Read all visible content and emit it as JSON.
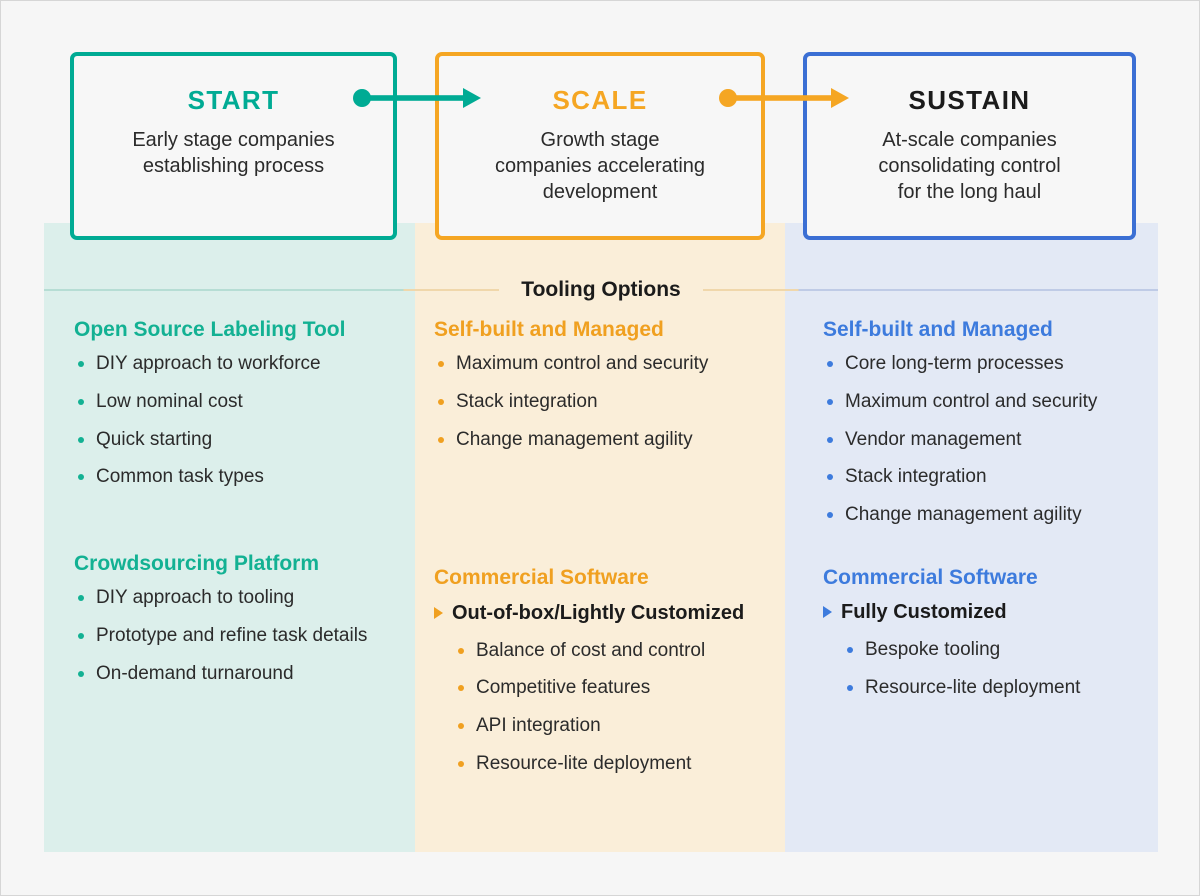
{
  "colors": {
    "start": "#00ab94",
    "scale": "#f5a623",
    "sustain": "#3b6fd4",
    "start_heading": "#13b193",
    "scale_heading": "#f0a020",
    "sustain_heading": "#3d7bdd",
    "start_band": "#dcefeb",
    "scale_band": "#faeed9",
    "sustain_band": "#e3e9f5",
    "page_background": "#f6f6f6",
    "body_text": "#2b2b2b"
  },
  "divider": {
    "label": "Tooling Options"
  },
  "stages": [
    {
      "key": "start",
      "title": "START",
      "description": "Early stage companies\nestablishing process"
    },
    {
      "key": "scale",
      "title": "SCALE",
      "description": "Growth stage\ncompanies accelerating\ndevelopment"
    },
    {
      "key": "sustain",
      "title": "SUSTAIN",
      "description": "At-scale companies\nconsolidating control\nfor the long haul"
    }
  ],
  "columns": [
    {
      "key": "start",
      "groups": [
        {
          "heading": "Open Source Labeling Tool",
          "bullets": [
            "DIY approach to workforce",
            "Low nominal cost",
            "Quick starting",
            "Common task types"
          ]
        },
        {
          "heading": "Crowdsourcing Platform",
          "bullets": [
            "DIY approach to tooling",
            "Prototype and refine task details",
            "On-demand turnaround"
          ]
        }
      ]
    },
    {
      "key": "scale",
      "groups": [
        {
          "heading": "Self-built and Managed",
          "bullets": [
            "Maximum control and security",
            "Stack integration",
            "Change management agility"
          ]
        },
        {
          "heading": "Commercial Software",
          "subgroup_title": "Out-of-box/Lightly Customized",
          "bullets": [
            "Balance of cost and control",
            "Competitive features",
            "API integration",
            "Resource-lite deployment"
          ]
        }
      ]
    },
    {
      "key": "sustain",
      "groups": [
        {
          "heading": "Self-built and Managed",
          "bullets": [
            "Core long-term processes",
            "Maximum control and security",
            "Vendor management",
            "Stack integration",
            "Change management agility"
          ]
        },
        {
          "heading": "Commercial Software",
          "subgroup_title": "Fully Customized",
          "bullets": [
            "Bespoke tooling",
            "Resource-lite deployment"
          ]
        }
      ]
    }
  ],
  "connectors": [
    {
      "from": "START",
      "to": "SCALE",
      "color": "#00ab94"
    },
    {
      "from": "SCALE",
      "to": "SUSTAIN",
      "color": "#f5a623"
    }
  ]
}
